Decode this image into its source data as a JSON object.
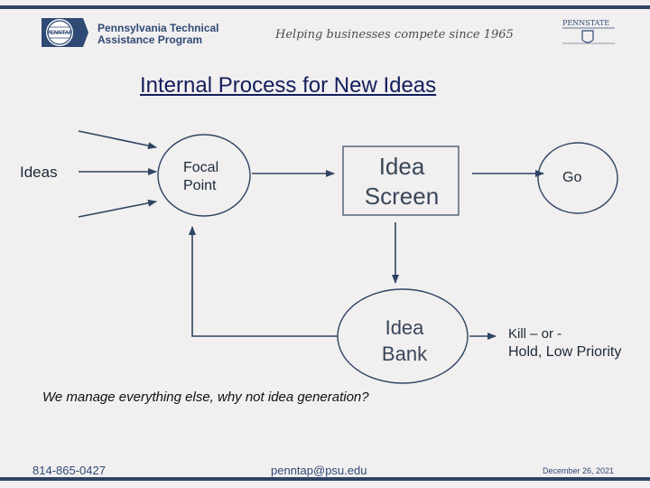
{
  "header": {
    "org_line1": "Pennsylvania Technical",
    "org_line2": "Assistance Program",
    "logo_text": "PENNTAP",
    "tagline": "Helping businesses compete since 1965",
    "psu_logo_text": "PENNSTATE"
  },
  "title": "Internal Process for New Ideas",
  "diagram": {
    "ideas": "Ideas",
    "focal_line1": "Focal",
    "focal_line2": "Point",
    "screen_line1": "Idea",
    "screen_line2": "Screen",
    "go": "Go",
    "bank_line1": "Idea",
    "bank_line2": "Bank",
    "kill_line1": "Kill – or  -",
    "kill_line2": "Hold, Low Priority"
  },
  "footnote": "We manage everything else, why not idea generation?",
  "footer": {
    "phone": "814-865-0427",
    "email": "penntap@psu.edu",
    "date": "December 26, 2021"
  },
  "colors": {
    "rule": "#2f4463",
    "title": "#131d5c",
    "brand": "#2f4a75"
  }
}
